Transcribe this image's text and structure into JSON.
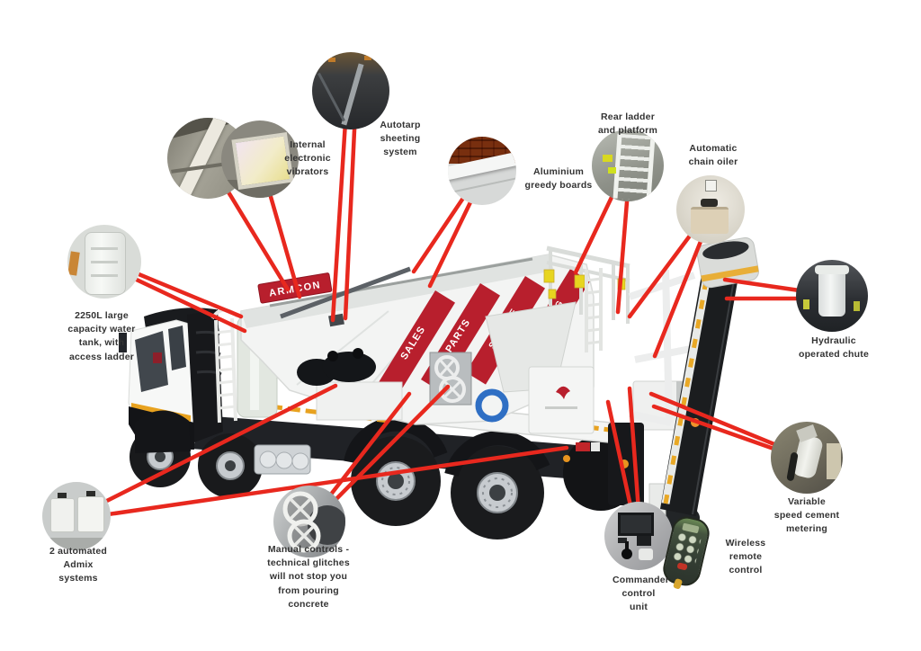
{
  "figure": {
    "type": "annotated-product-diagram",
    "subject": "Armcon volumetric concrete mixer truck",
    "background_color": "#ffffff",
    "accent_red": "#e8281e",
    "label_color": "#333333"
  },
  "truck": {
    "brand_banner": "ARMCON",
    "chevron_labels": [
      "SALES",
      "PARTS",
      "SERVICE",
      "TRAINING"
    ]
  },
  "callouts": [
    {
      "id": "internal-vibrators",
      "label": "Internal electronic vibrators"
    },
    {
      "id": "autotarp",
      "label": "Autotarp sheeting system"
    },
    {
      "id": "greedy-boards",
      "label": "Aluminium greedy boards"
    },
    {
      "id": "rear-ladder",
      "label": "Rear ladder and platform"
    },
    {
      "id": "chain-oiler",
      "label": "Automatic chain oiler"
    },
    {
      "id": "water-tank",
      "label": "2250L large capacity water tank, with access ladder"
    },
    {
      "id": "hydraulic-chute",
      "label": "Hydraulic operated chute"
    },
    {
      "id": "cement-metering",
      "label": "Variable speed cement metering"
    },
    {
      "id": "wireless-remote",
      "label": "Wireless remote control"
    },
    {
      "id": "commander",
      "label": "Commander control unit"
    },
    {
      "id": "manual-controls",
      "label": "Manual controls - technical glitches will not stop you from pouring concrete"
    },
    {
      "id": "admix",
      "label": "2 automated Admix systems"
    }
  ]
}
